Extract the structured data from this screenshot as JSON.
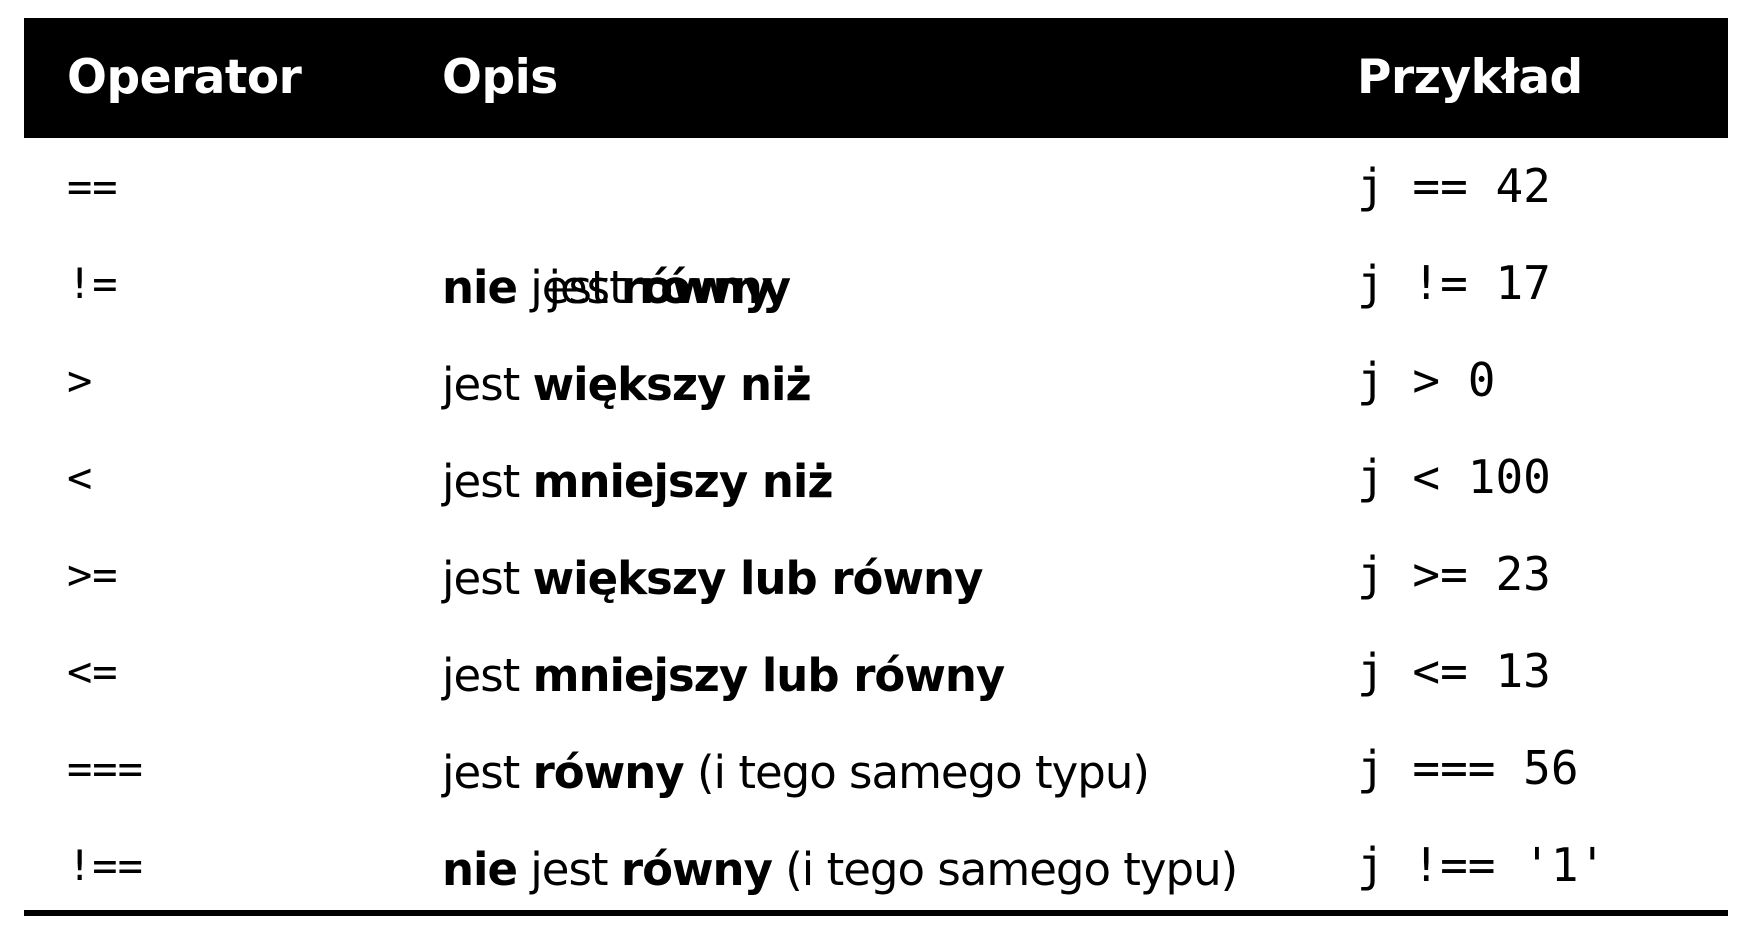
{
  "table": {
    "headers": {
      "operator": "Operator",
      "description": "Opis",
      "example": "Przykład"
    },
    "rows": [
      {
        "operator": "==",
        "description": [
          {
            "text": "jest ",
            "bold": false
          },
          {
            "text": "równy",
            "bold": true
          }
        ],
        "example": "j == 42"
      },
      {
        "operator": "!=",
        "description": [
          {
            "text": "nie",
            "bold": true
          },
          {
            "text": " jest ",
            "bold": false
          },
          {
            "text": "równy",
            "bold": true
          }
        ],
        "example": "j != 17"
      },
      {
        "operator": ">",
        "description": [
          {
            "text": "jest ",
            "bold": false
          },
          {
            "text": "większy niż",
            "bold": true
          }
        ],
        "example": "j > 0"
      },
      {
        "operator": "<",
        "description": [
          {
            "text": "jest ",
            "bold": false
          },
          {
            "text": "mniejszy niż",
            "bold": true
          }
        ],
        "example": "j < 100"
      },
      {
        "operator": ">=",
        "description": [
          {
            "text": "jest ",
            "bold": false
          },
          {
            "text": "większy lub równy",
            "bold": true
          }
        ],
        "example": "j >= 23"
      },
      {
        "operator": "<=",
        "description": [
          {
            "text": "jest ",
            "bold": false
          },
          {
            "text": "mniejszy lub równy",
            "bold": true
          }
        ],
        "example": "j <= 13"
      },
      {
        "operator": "===",
        "description": [
          {
            "text": "jest ",
            "bold": false
          },
          {
            "text": "równy",
            "bold": true
          },
          {
            "text": " (i tego samego typu)",
            "bold": false
          }
        ],
        "example": "j === 56"
      },
      {
        "operator": "!==",
        "description": [
          {
            "text": "nie",
            "bold": true
          },
          {
            "text": " jest ",
            "bold": false
          },
          {
            "text": "równy",
            "bold": true
          },
          {
            "text": " (i tego samego typu)",
            "bold": false
          }
        ],
        "example": "j !== '1'"
      }
    ]
  }
}
